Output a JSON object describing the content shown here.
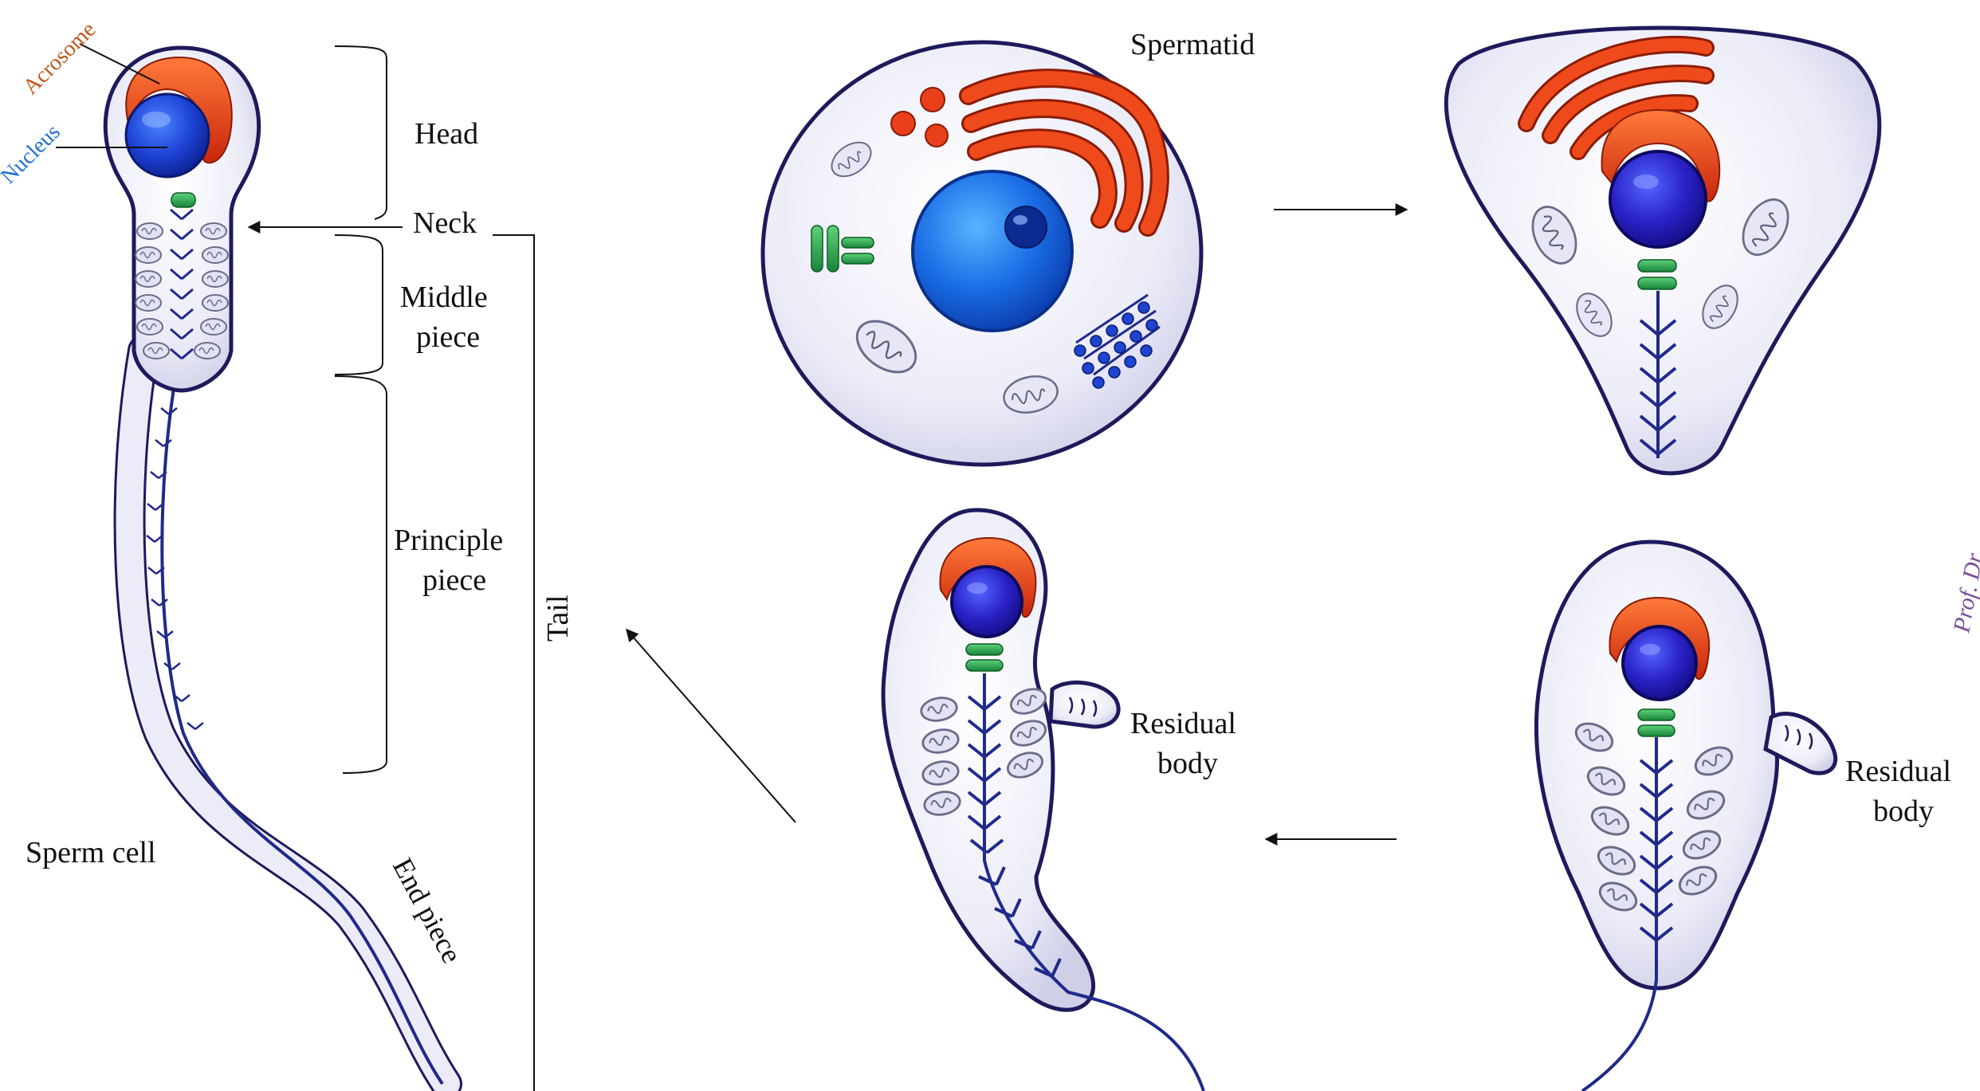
{
  "labels": {
    "acrosome": "Acrosome",
    "nucleus": "Nucleus",
    "head": "Head",
    "neck": "Neck",
    "middle_piece_line1": "Middle",
    "middle_piece_line2": "piece",
    "principle_piece_line1": "Principle",
    "principle_piece_line2": "piece",
    "tail": "Tail",
    "end_piece": "End piece",
    "sperm_cell": "Sperm cell",
    "spermatid": "Spermatid",
    "residual_body_a_line1": "Residual",
    "residual_body_a_line2": "body",
    "residual_body_b_line1": "Residual",
    "residual_body_b_line2": "body",
    "watermark": "Prof. Dr."
  },
  "colors": {
    "acrosome_label": "#c0561e",
    "nucleus_label": "#1f6fd0",
    "watermark": "#7a4f9a",
    "acrosome": "#e8471c",
    "nucleus": "#1c3fd6",
    "centriole": "#2fa84f",
    "membrane": "#1d1a5c",
    "cytoplasm": "#eeeefa",
    "axoneme": "#1f2a8a",
    "mitochondria": "#d8d8ee",
    "golgi": "#e2451a",
    "ribosome": "#1e3fc8"
  }
}
